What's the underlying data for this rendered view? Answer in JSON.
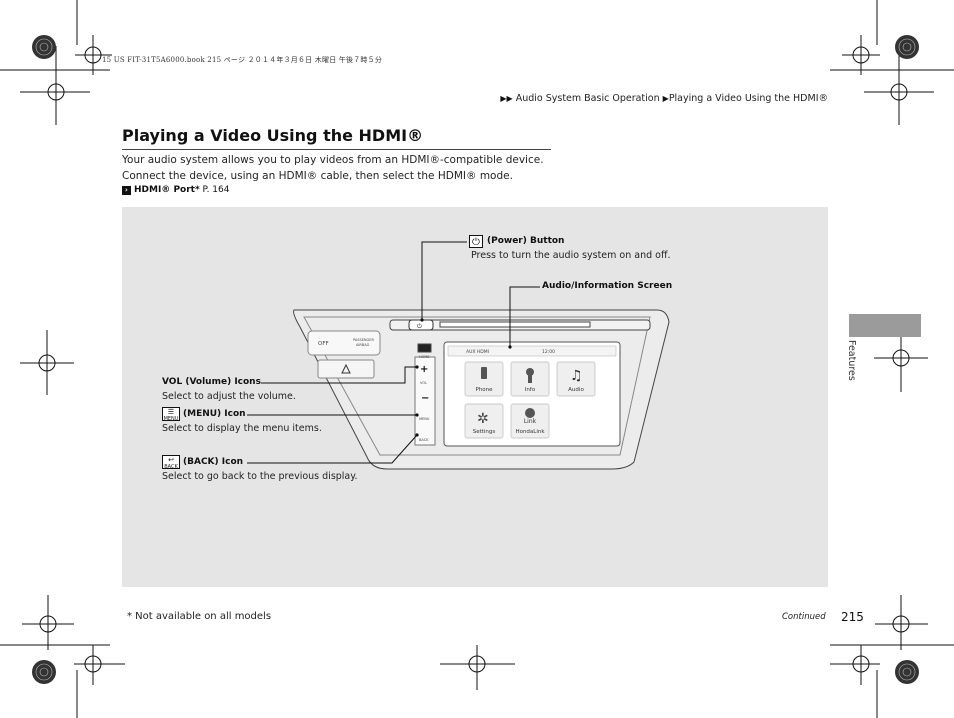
{
  "header": {
    "print_line": "15 US FIT-31T5A6000.book  215 ページ  ２０１４年３月６日  木曜日  午後７時５分"
  },
  "breadcrumb": {
    "parent": "Audio System Basic Operation",
    "current": "Playing a Video Using the HDMI®"
  },
  "page": {
    "title": "Playing a Video Using the HDMI®",
    "intro_line1": "Your audio system allows you to play videos from an HDMI®-compatible device.",
    "intro_line2": "Connect the device, using an HDMI® cable, then select the HDMI® mode.",
    "reference": {
      "label": "HDMI® Port*",
      "page": "P. 164"
    }
  },
  "side_tab": {
    "label": "Features"
  },
  "callouts": {
    "power": {
      "title": "(Power) Button",
      "desc": "Press to turn the audio system on and off."
    },
    "screen": {
      "title": "Audio/Information Screen"
    },
    "vol": {
      "title": "VOL (Volume) Icons",
      "desc": "Select to adjust the volume."
    },
    "menu": {
      "title": "(MENU) Icon",
      "desc": "Select to display the menu items.",
      "icon_text": "MENU"
    },
    "back": {
      "title": "(BACK) Icon",
      "desc": "Select to go back to the previous display.",
      "icon_text": "BACK"
    }
  },
  "illustration": {
    "home_label": "HOME",
    "vol_label": "VOL",
    "menu_label": "MENU",
    "back_label": "BACK",
    "airbag_label_1": "PASSENGER",
    "airbag_label_2": "AIRBAG",
    "airbag_off": "OFF",
    "status_source": "AUX  HDMI",
    "status_clock": "12:00",
    "tiles": [
      "Phone",
      "Info",
      "Audio",
      "Settings",
      "HondaLink"
    ],
    "hondalink_text": "Link"
  },
  "footer": {
    "footnote": "* Not available on all models",
    "continued": "Continued",
    "page_number": "215"
  }
}
